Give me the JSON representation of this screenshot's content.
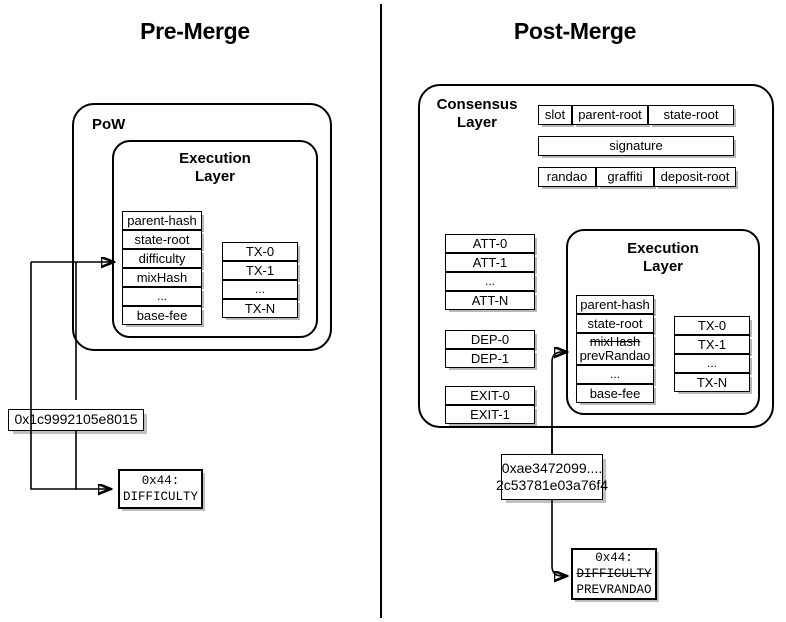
{
  "titles": {
    "left": "Pre-Merge",
    "right": "Post-Merge"
  },
  "pre_merge": {
    "outer_label": "PoW",
    "execution_layer_label": "Execution\nLayer",
    "header_fields": [
      "parent-hash",
      "state-root",
      "difficulty",
      "mixHash",
      "...",
      "base-fee"
    ],
    "tx_fields": [
      "TX-0",
      "TX-1",
      "...",
      "TX-N"
    ],
    "hash_value": "0x1c9992105e8015",
    "opcode": {
      "number": "0x44:",
      "name": "DIFFICULTY"
    }
  },
  "post_merge": {
    "outer_label": "Consensus\nLayer",
    "consensus_row_1": [
      "slot",
      "parent-root",
      "state-root"
    ],
    "consensus_row_2": [
      "signature"
    ],
    "consensus_row_3": [
      "randao",
      "graffiti",
      "deposit-root"
    ],
    "attestations": [
      "ATT-0",
      "ATT-1",
      "...",
      "ATT-N"
    ],
    "deposits": [
      "DEP-0",
      "DEP-1"
    ],
    "exits": [
      "EXIT-0",
      "EXIT-1"
    ],
    "execution_layer_label": "Execution\nLayer",
    "header_fields": [
      "parent-hash",
      "state-root",
      "...",
      "base-fee"
    ],
    "header_replaced_field": {
      "old": "mixHash",
      "new": "prevRandao"
    },
    "tx_fields": [
      "TX-0",
      "TX-1",
      "...",
      "TX-N"
    ],
    "hash_value": "0xae3472099....\n2c53781e03a76f4",
    "opcode": {
      "number": "0x44:",
      "old_name": "DIFFICULTY",
      "new_name": "PREVRANDAO"
    }
  },
  "colors": {
    "stroke": "#000000",
    "background": "#ffffff",
    "shadow": "rgba(0,0,0,0.25)"
  }
}
